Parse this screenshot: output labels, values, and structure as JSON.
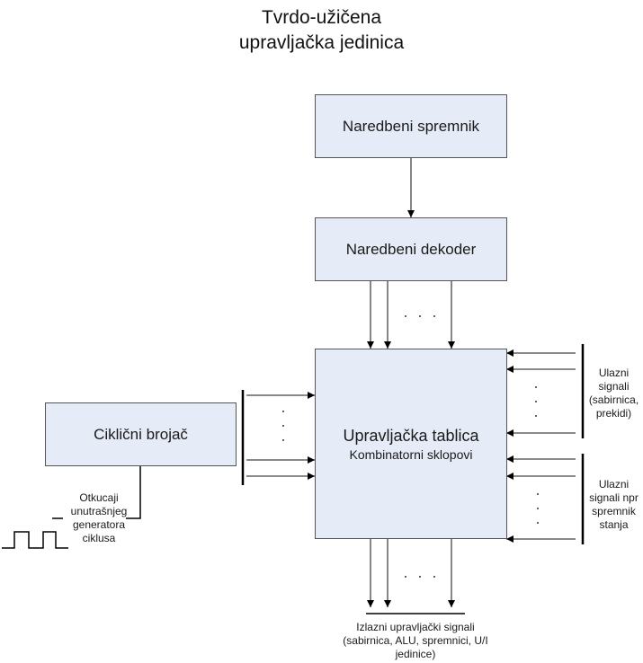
{
  "title": {
    "line1": "Tvrdo-užičena",
    "line2": "upravljačka jedinica"
  },
  "blocks": {
    "instruction_register": "Naredbeni spremnik",
    "instruction_decoder": "Naredbeni dekoder",
    "control_table": {
      "title": "Upravljačka tablica",
      "subtitle": "Kombinatorni sklopovi"
    },
    "cyclic_counter": "Ciklični brojač"
  },
  "labels": {
    "input_signals_bus": [
      "Ulazni",
      "signali",
      "(sabirnica,",
      "prekidi)"
    ],
    "input_signals_status": [
      "Ulazni",
      "signali npr",
      "spremnik",
      "stanja"
    ],
    "clock_ticks": [
      "Otkucaji",
      "unutrašnjeg",
      "generatora",
      "ciklusa"
    ],
    "output_signals": [
      "Izlazni upravljački signali",
      "(sabirnica, ALU, spremnici, U/I",
      "jedinice)"
    ]
  },
  "ellipsis": "· · ·",
  "colors": {
    "box_fill": "#e6ecf7",
    "box_border": "#555555",
    "line": "#333333"
  }
}
